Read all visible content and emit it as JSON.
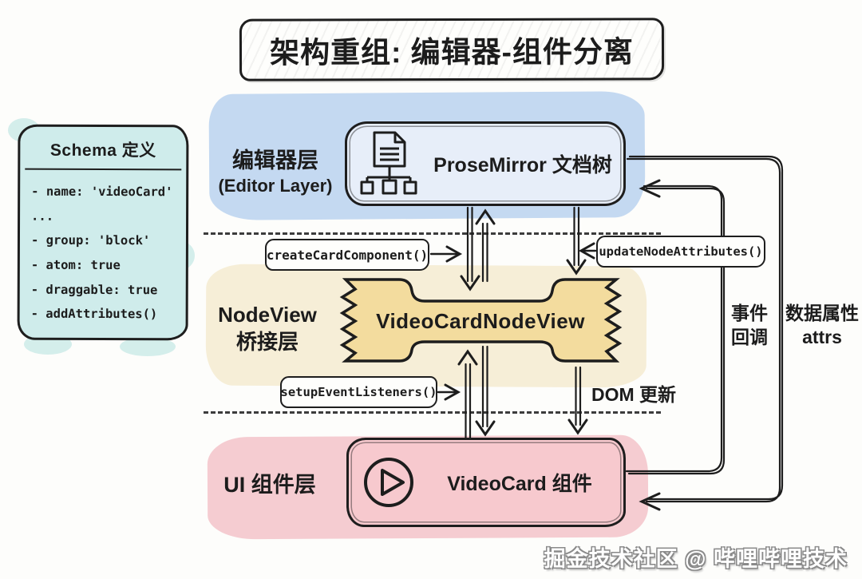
{
  "title": "架构重组: 编辑器-组件分离",
  "schema_panel": {
    "title": "Schema 定义",
    "items": [
      "- name: 'videoCard'",
      "...",
      "- group: 'block'",
      "- atom: true",
      "- draggable: true",
      "- addAttributes()"
    ]
  },
  "editor_layer": {
    "label_zh": "编辑器层",
    "label_en": "(Editor Layer)",
    "node_label": "ProseMirror 文档树",
    "icon": "document-tree-icon"
  },
  "nodeview_layer": {
    "label_en": "NodeView",
    "label_zh": "桥接层",
    "node_label": "VideoCardNodeView"
  },
  "ui_layer": {
    "label": "UI 组件层",
    "node_label": "VideoCard 组件",
    "icon": "play-icon"
  },
  "calls": {
    "create_card_component": "createCardComponent()",
    "update_node_attributes": "updateNodeAttributes()",
    "setup_event_listeners": "setupEventListeners()"
  },
  "flow_labels": {
    "dom_update": "DOM 更新",
    "event_callback_l1": "事件",
    "event_callback_l2": "回调",
    "data_attrs_l1": "数据属性",
    "data_attrs_l2": "attrs"
  },
  "watermark": "掘金技术社区 @ 哔哩哔哩技术",
  "colors": {
    "ink": "#1e1e1e",
    "editor_swash": "#c4d9f1",
    "editor_box_fill": "#e7eef9",
    "nodeview_swash": "#f6eed7",
    "nodeview_fill": "#f3dc9e",
    "ui_swash": "#f5ccd1",
    "ui_box_fill": "#f7c9ce",
    "schema_fill": "#cfeceb"
  }
}
